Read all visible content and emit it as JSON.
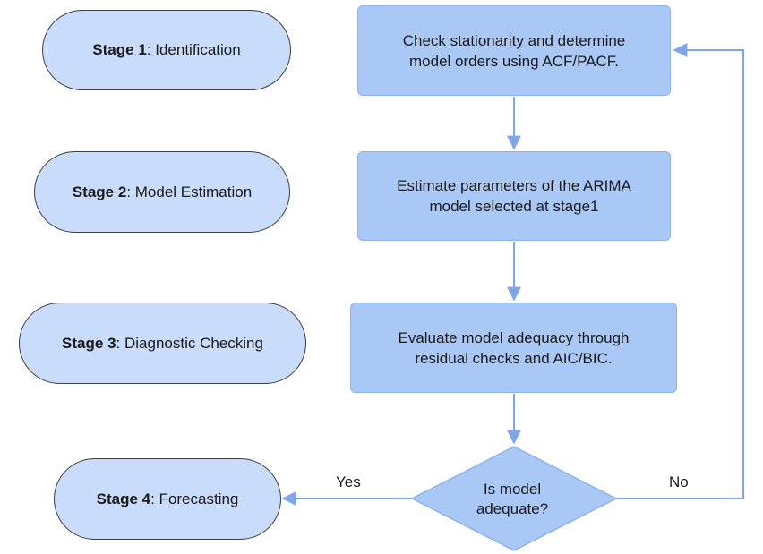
{
  "stages": [
    {
      "bold": "Stage 1",
      "rest": ": Identification"
    },
    {
      "bold": "Stage 2",
      "rest": ": Model Estimation"
    },
    {
      "bold": "Stage 3",
      "rest": ": Diagnostic Checking"
    },
    {
      "bold": "Stage 4",
      "rest": ": Forecasting"
    }
  ],
  "process_boxes": [
    {
      "line1": "Check stationarity and determine",
      "line2": "model orders using ACF/PACF."
    },
    {
      "line1": "Estimate parameters of the ARIMA",
      "line2": "model selected at stage1"
    },
    {
      "line1": "Evaluate model adequacy through",
      "line2": "residual checks and AIC/BIC."
    }
  ],
  "decision": {
    "line1": "Is model",
    "line2": "adequate?"
  },
  "edges": {
    "yes": "Yes",
    "no": "No"
  },
  "colors": {
    "stage_fill": "#c9dcfb",
    "box_fill": "#a9c8f6",
    "arrow": "#7fa6e8",
    "stage_border": "#3f3f3f"
  }
}
